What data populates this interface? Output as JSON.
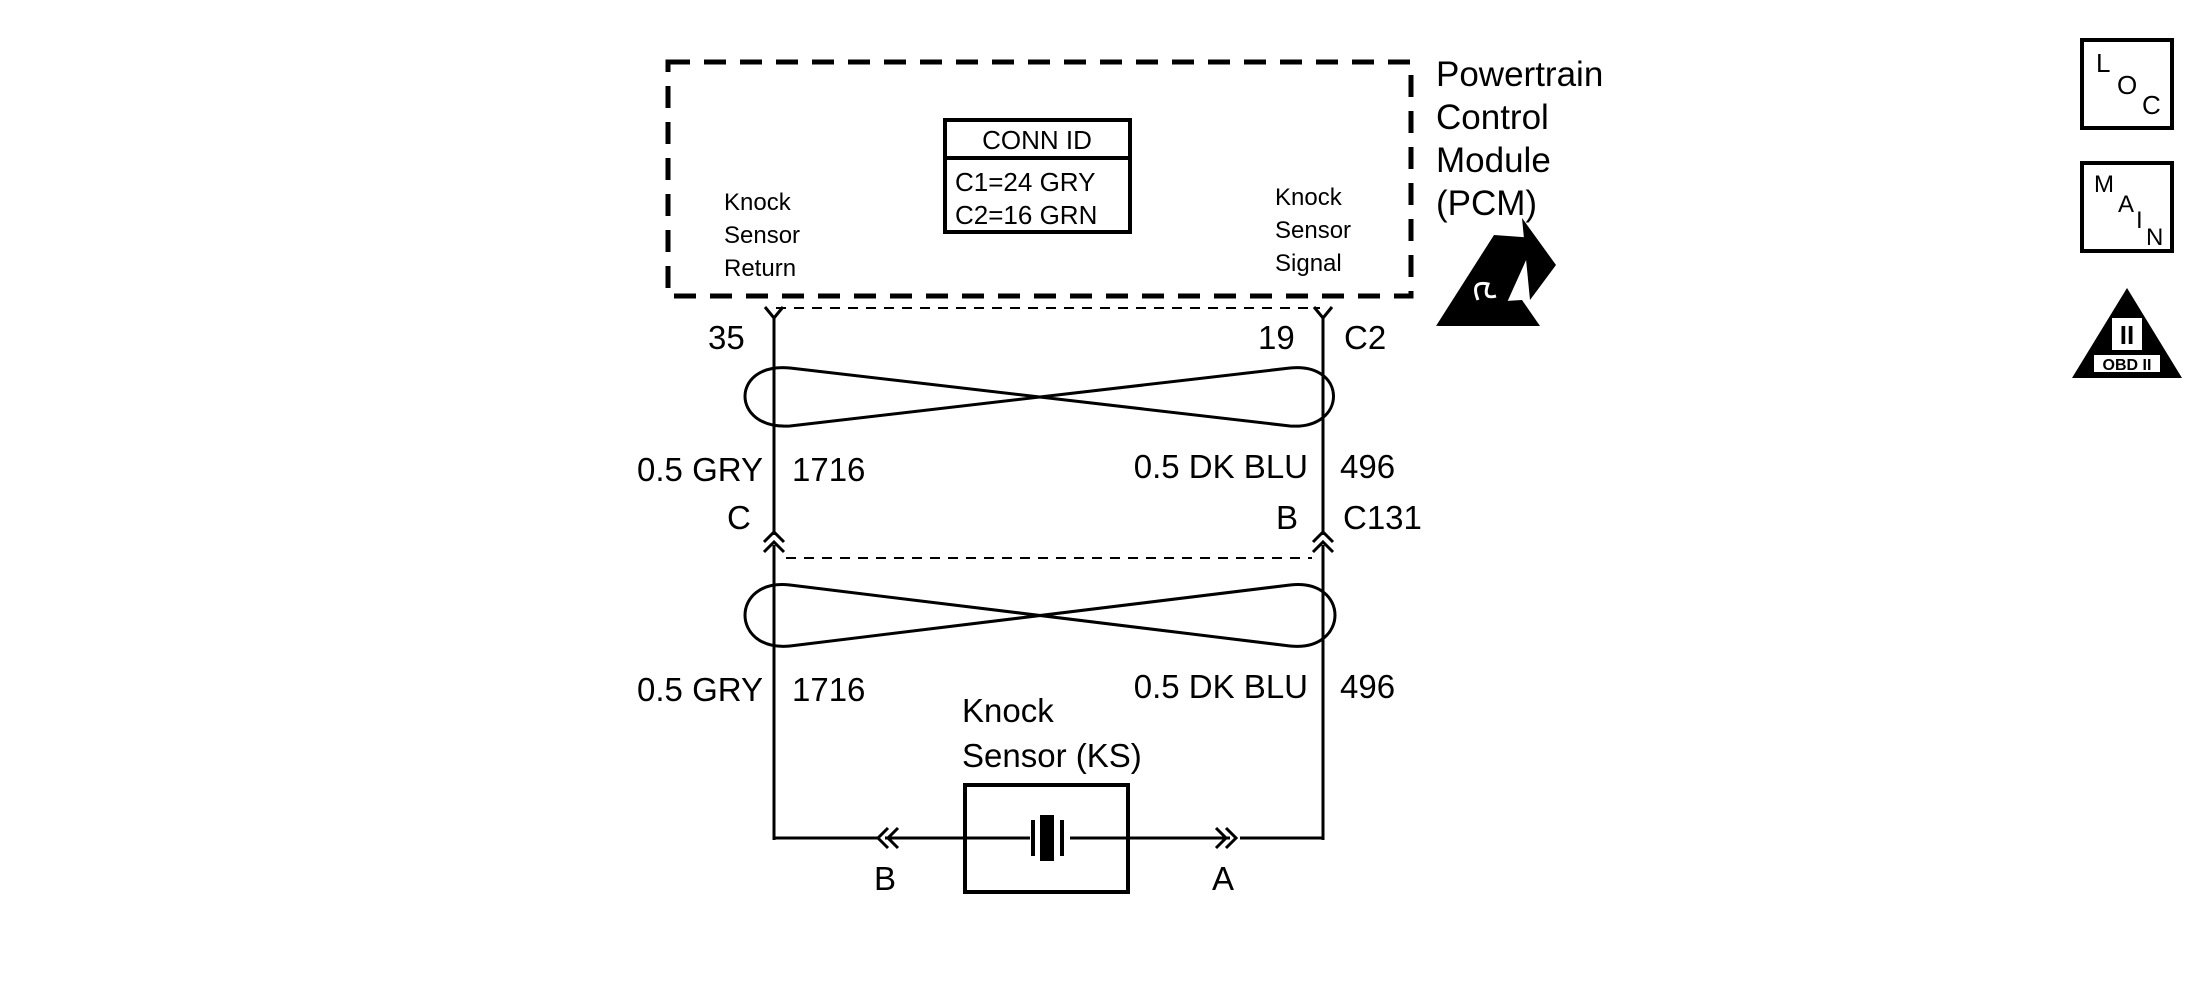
{
  "pcm": {
    "name_lines": [
      "Powertrain",
      "Control",
      "Module",
      "(PCM)"
    ],
    "conn_id": {
      "header": "CONN ID",
      "rows": [
        "C1=24 GRY",
        "C2=16 GRN"
      ]
    },
    "left_pin_label": [
      "Knock",
      "Sensor",
      "Return"
    ],
    "right_pin_label": [
      "Knock",
      "Sensor",
      "Signal"
    ]
  },
  "pins": {
    "left_pcm_pin": "35",
    "right_pcm_pin": "19",
    "pcm_connector": "C2",
    "left_c131_pin": "C",
    "right_c131_pin": "B",
    "inline_connector": "C131",
    "sensor_left_pin": "B",
    "sensor_right_pin": "A"
  },
  "wires": {
    "left_upper": {
      "gauge_color": "0.5 GRY",
      "circuit": "1716"
    },
    "right_upper": {
      "gauge_color": "0.5 DK BLU",
      "circuit": "496"
    },
    "left_lower": {
      "gauge_color": "0.5 GRY",
      "circuit": "1716"
    },
    "right_lower": {
      "gauge_color": "0.5 DK BLU",
      "circuit": "496"
    }
  },
  "sensor": {
    "label_lines": [
      "Knock",
      "Sensor (KS)"
    ]
  },
  "side_icons": {
    "loc": [
      "L",
      "O",
      "C"
    ],
    "main": [
      "M",
      "A",
      "I",
      "N"
    ],
    "obd": {
      "numeral": "II",
      "caption": "OBD II"
    },
    "esd_icon": "esd-sensitive-icon"
  }
}
